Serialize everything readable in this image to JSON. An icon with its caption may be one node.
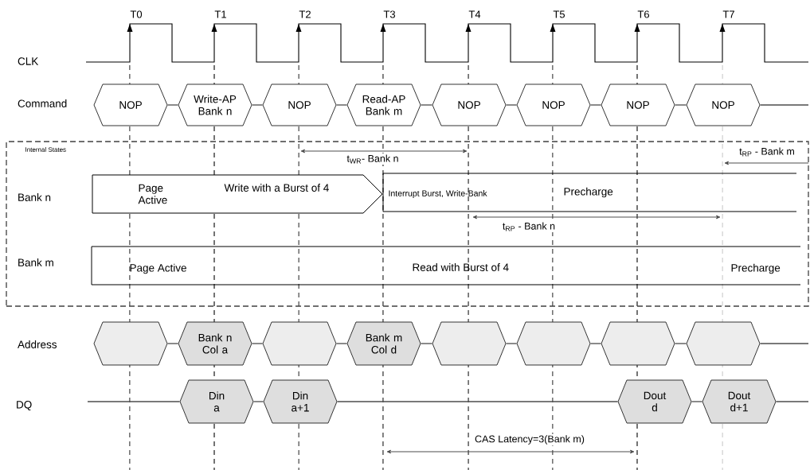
{
  "diagram": {
    "nodes": [
      {
        "text": [
          "NOP"
        ]
      },
      {
        "text": [
          "Write-AP Bank n"
        ]
      },
      {
        "text": [
          "NOP"
        ]
      },
      {
        "text": [
          "Read-AP Bank m"
        ]
      },
      {
        "text": [
          "NOP"
        ]
      },
      {
        "text": [
          "NOP"
        ]
      },
      {
        "text": [
          "NOP"
        ]
      },
      {
        "text": [
          "NOP"
        ]
      },
      {
        "text": [
          "Internal States"
        ]
      },
      {
        "text": [
          "Page Active",
          "Write  with a Burst of 4"
        ],
        "in": 8
      },
      {
        "text": [
          "Interrupt Burst, Write-Bank",
          "Precharge"
        ],
        "in": 8
      },
      {
        "text": [
          "Page Active",
          "Read with Burst of 4",
          "Precharge"
        ],
        "in": 8
      },
      {
        "text": [],
        "shape": "hexagon"
      },
      {
        "text": [
          "Bank n Col a"
        ]
      },
      {
        "text": [],
        "shape": "hexagon"
      },
      {
        "text": [
          "Bank m Col d"
        ]
      },
      {
        "text": [],
        "shape": "hexagon"
      },
      {
        "text": [],
        "shape": "hexagon"
      },
      {
        "text": [],
        "shape": "hexagon"
      },
      {
        "text": [],
        "shape": "hexagon"
      },
      {
        "text": [
          "Din a"
        ]
      },
      {
        "text": [
          "Din a+1"
        ]
      },
      {
        "text": [
          "Dout d"
        ]
      },
      {
        "text": [
          "Dout d+1"
        ]
      }
    ],
    "edges": [
      {
        "from": 0,
        "to": 1,
        "arrow": "none"
      },
      {
        "from": 1,
        "to": 2,
        "arrow": "none"
      },
      {
        "from": 2,
        "to": 3,
        "arrow": "none"
      },
      {
        "from": 3,
        "to": 4,
        "arrow": "none"
      },
      {
        "from": 4,
        "to": 5,
        "arrow": "none"
      },
      {
        "from": 5,
        "to": 6,
        "arrow": "none"
      },
      {
        "from": 6,
        "to": 7,
        "arrow": "none"
      },
      {
        "from": 7,
        "to": null,
        "arrow": "none"
      },
      {
        "from": 12,
        "to": 13,
        "arrow": "none"
      },
      {
        "from": 13,
        "to": 14,
        "arrow": "none"
      },
      {
        "from": 14,
        "to": 15,
        "arrow": "none"
      },
      {
        "from": 15,
        "to": 16,
        "arrow": "none"
      },
      {
        "from": 16,
        "to": 17,
        "arrow": "none"
      },
      {
        "from": 17,
        "to": 18,
        "arrow": "none"
      },
      {
        "from": 18,
        "to": 19,
        "arrow": "none"
      },
      {
        "from": 19,
        "to": null,
        "arrow": "none"
      },
      {
        "from": null,
        "to": 20,
        "arrow": "none"
      },
      {
        "from": 20,
        "to": 21,
        "arrow": "none"
      },
      {
        "from": 21,
        "to": 22,
        "arrow": "none"
      },
      {
        "from": 22,
        "to": 23,
        "arrow": "none"
      },
      {
        "from": 23,
        "to": null,
        "arrow": "none"
      }
    ],
    "labels": [
      "T0",
      "T1",
      "T2",
      "T3",
      "T4",
      "T5",
      "T6",
      "T7",
      "CLK",
      "Command",
      "t$_{WR}$- Bank n",
      "t$_{RP}$ - Bank m",
      "Bank n",
      "t$_{RP}$ - Bank n",
      "Bank m",
      "Address",
      "DQ",
      "CAS Latency=3(Bank m)"
    ]
  }
}
